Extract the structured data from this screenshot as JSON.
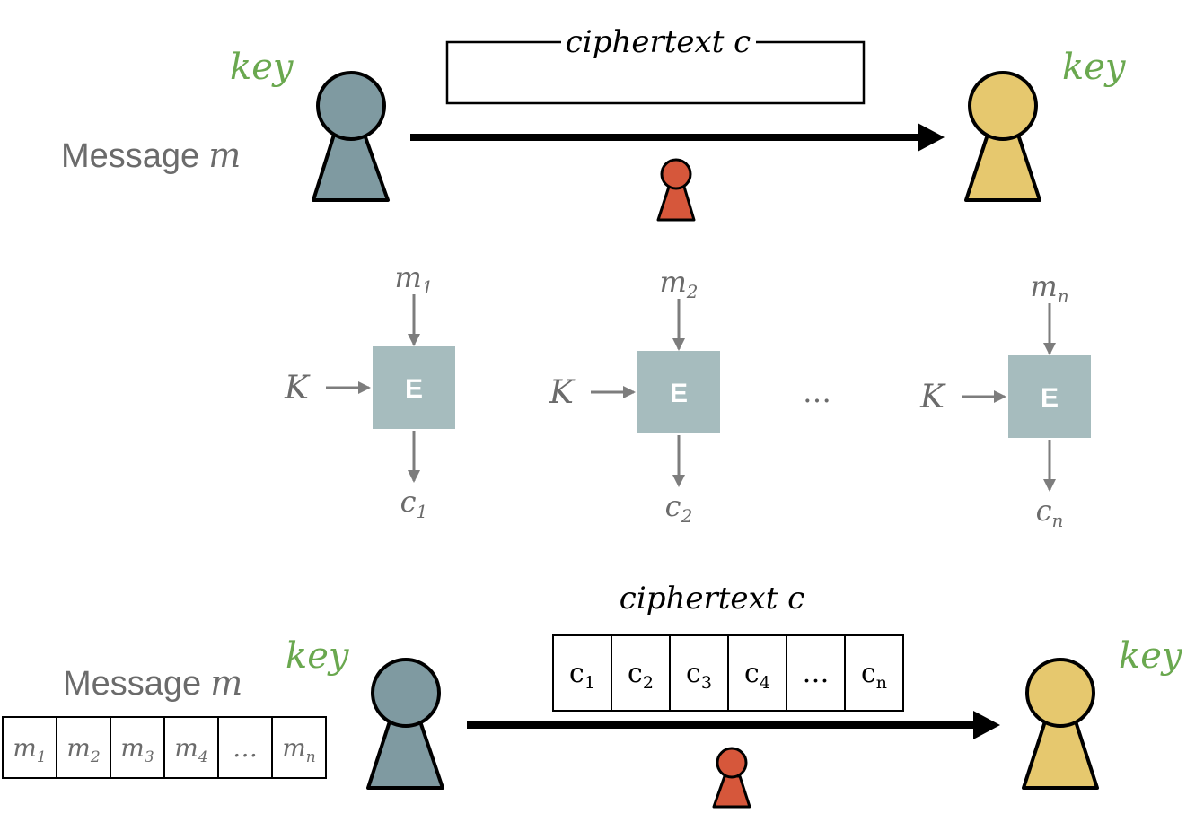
{
  "colors": {
    "key_green": "#6aa84f",
    "sender_fill": "#7f9aa1",
    "receiver_fill": "#e6c86e",
    "eve_fill": "#d6573b",
    "box_fill": "#a6bcbe",
    "gray_text": "#6b6b6b",
    "arrow_gray": "#7d7d7d"
  },
  "top": {
    "message_label": "Message",
    "message_var": "m",
    "key_left": "key",
    "key_right": "key",
    "ciphertext_label": "ciphertext c"
  },
  "middle": {
    "blocks": [
      {
        "key_label": "K",
        "box_label": "E",
        "input_base": "m",
        "input_sub": "1",
        "output_base": "c",
        "output_sub": "1"
      },
      {
        "key_label": "K",
        "box_label": "E",
        "input_base": "m",
        "input_sub": "2",
        "output_base": "c",
        "output_sub": "2"
      },
      {
        "key_label": "K",
        "box_label": "E",
        "input_base": "m",
        "input_sub": "n",
        "output_base": "c",
        "output_sub": "n"
      }
    ],
    "ellipsis": "…"
  },
  "bottom": {
    "message_label": "Message",
    "message_var": "m",
    "key_left": "key",
    "key_right": "key",
    "ciphertext_label": "ciphertext c",
    "message_cells": [
      {
        "base": "m",
        "sub": "1"
      },
      {
        "base": "m",
        "sub": "2"
      },
      {
        "base": "m",
        "sub": "3"
      },
      {
        "base": "m",
        "sub": "4"
      },
      {
        "base": "…",
        "sub": ""
      },
      {
        "base": "m",
        "sub": "n"
      }
    ],
    "cipher_cells": [
      {
        "base": "c",
        "sub": "1"
      },
      {
        "base": "c",
        "sub": "2"
      },
      {
        "base": "c",
        "sub": "3"
      },
      {
        "base": "c",
        "sub": "4"
      },
      {
        "base": "…",
        "sub": ""
      },
      {
        "base": "c",
        "sub": "n"
      }
    ]
  }
}
